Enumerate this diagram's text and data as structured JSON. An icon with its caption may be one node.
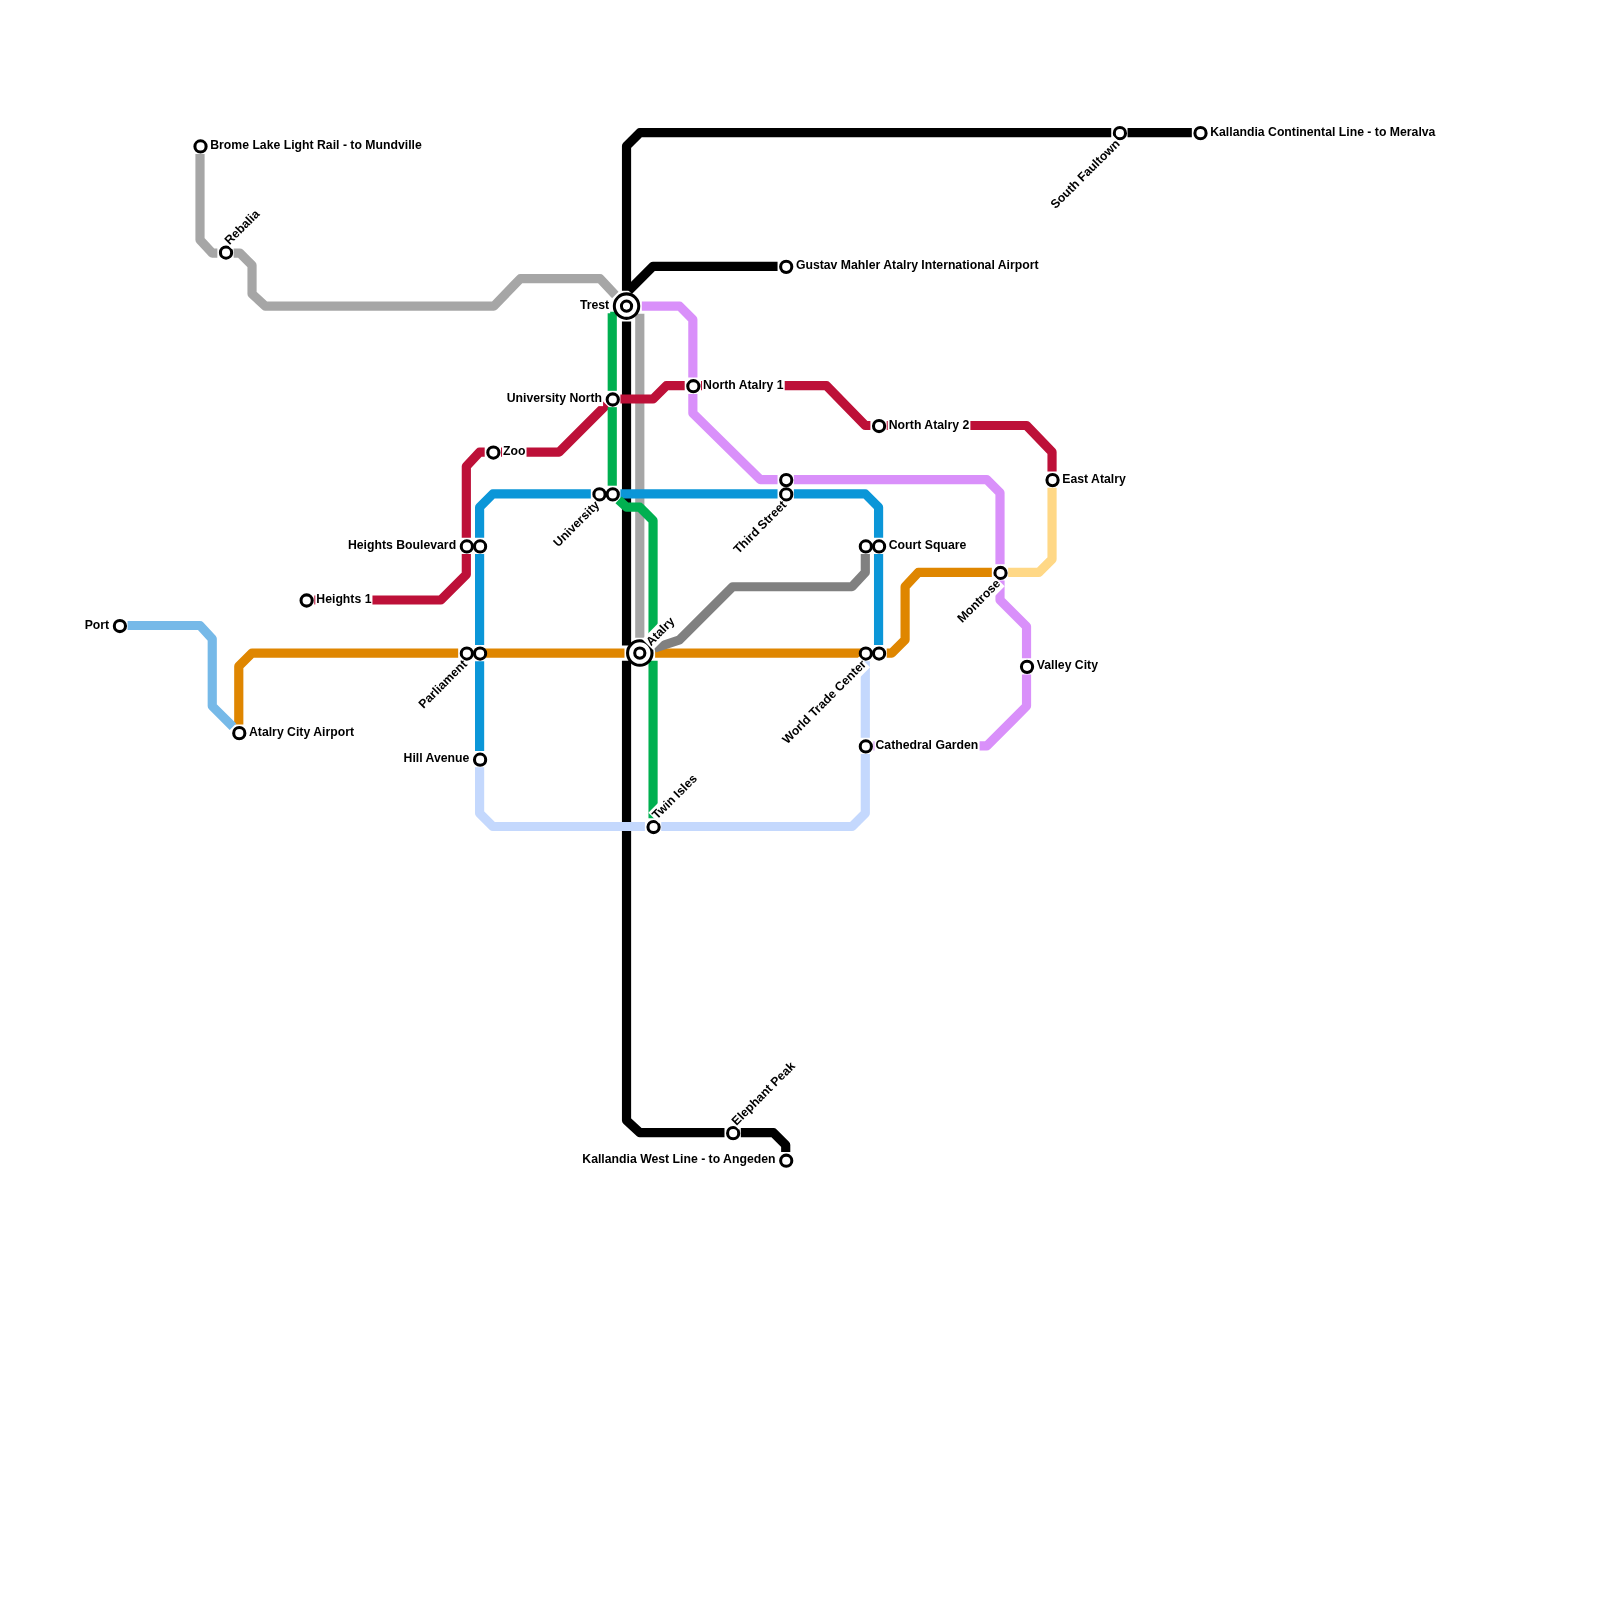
{
  "diagram": {
    "nodes": [
      {
        "text": [
          "Brome Lake Light Rail - to Mundville"
        ]
      },
      {
        "text": [
          "Rebalia"
        ]
      },
      {
        "text": [
          "Trest"
        ]
      },
      {
        "text": [
          "Gustav Mahler Atalry International Airport"
        ]
      },
      {
        "text": [
          "South Faultown"
        ]
      },
      {
        "text": [
          "Kallandia Continental Line - to Meralva"
        ]
      },
      {
        "text": [
          "University North"
        ]
      },
      {
        "text": [
          "North Atalry 1"
        ]
      },
      {
        "text": [
          "North Atalry 2"
        ]
      },
      {
        "text": [
          "Zoo"
        ]
      },
      {
        "text": [
          "East Atalry"
        ]
      },
      {
        "text": [],
        "shape": "circle"
      },
      {
        "text": [
          "Third Street"
        ]
      },
      {
        "text": [
          "University"
        ]
      },
      {
        "text": [],
        "shape": "circle"
      },
      {
        "text": [
          "Heights Boulevard"
        ]
      },
      {
        "text": [],
        "shape": "circle"
      },
      {
        "text": [],
        "shape": "circle"
      },
      {
        "text": [
          "Court Square"
        ]
      },
      {
        "text": [
          "Montrose"
        ]
      },
      {
        "text": [
          "Heights 1"
        ]
      },
      {
        "text": [
          "Port"
        ]
      },
      {
        "text": [
          "Parliament"
        ]
      },
      {
        "text": [],
        "shape": "circle"
      },
      {
        "text": [
          "Atalry"
        ]
      },
      {
        "text": [
          "World Trade Center"
        ]
      },
      {
        "text": [],
        "shape": "circle"
      },
      {
        "text": [
          "Valley City"
        ]
      },
      {
        "text": [
          "Atalry City Airport"
        ]
      },
      {
        "text": [
          "Cathedral Garden"
        ]
      },
      {
        "text": [
          "Hill Avenue"
        ]
      },
      {
        "text": [
          "Twin Isles"
        ]
      },
      {
        "text": [
          "Elephant Peak"
        ]
      },
      {
        "text": [
          "Kallandia West Line - to Angeden"
        ]
      }
    ],
    "edges": [
      {
        "from": 0,
        "to": 1,
        "arrow": "none",
        "color": "#a6a6a6"
      },
      {
        "from": 1,
        "to": 2,
        "arrow": "none",
        "color": "#a6a6a6"
      },
      {
        "from": 2,
        "to": 24,
        "arrow": "none",
        "color": "#a6a6a6"
      },
      {
        "from": 5,
        "to": 4,
        "arrow": "none",
        "color": "#000000"
      },
      {
        "from": 4,
        "to": 2,
        "arrow": "none",
        "color": "#000000"
      },
      {
        "from": 3,
        "to": 2,
        "arrow": "none",
        "color": "#000000"
      },
      {
        "from": 2,
        "to": 24,
        "arrow": "none",
        "color": "#000000"
      },
      {
        "from": 24,
        "to": 32,
        "arrow": "none",
        "color": "#000000"
      },
      {
        "from": 32,
        "to": 33,
        "arrow": "none",
        "color": "#000000"
      },
      {
        "from": 20,
        "to": 15,
        "arrow": "none",
        "color": "#bd1038"
      },
      {
        "from": 15,
        "to": 9,
        "arrow": "none",
        "color": "#bd1038"
      },
      {
        "from": 9,
        "to": 6,
        "arrow": "none",
        "color": "#bd1038"
      },
      {
        "from": 6,
        "to": 7,
        "arrow": "none",
        "color": "#bd1038"
      },
      {
        "from": 7,
        "to": 8,
        "arrow": "none",
        "color": "#bd1038"
      },
      {
        "from": 8,
        "to": 10,
        "arrow": "none",
        "color": "#bd1038"
      },
      {
        "from": 2,
        "to": 7,
        "arrow": "none",
        "color": "#d990fa"
      },
      {
        "from": 7,
        "to": 11,
        "arrow": "none",
        "color": "#d990fa"
      },
      {
        "from": 11,
        "to": 19,
        "arrow": "none",
        "color": "#d990fa"
      },
      {
        "from": 19,
        "to": 27,
        "arrow": "none",
        "color": "#d990fa"
      },
      {
        "from": 27,
        "to": 29,
        "arrow": "none",
        "color": "#d990fa"
      },
      {
        "from": 10,
        "to": 19,
        "arrow": "none",
        "color": "#ffd886"
      },
      {
        "from": 28,
        "to": 22,
        "arrow": "none",
        "color": "#df8600"
      },
      {
        "from": 22,
        "to": 24,
        "arrow": "none",
        "color": "#df8600"
      },
      {
        "from": 24,
        "to": 26,
        "arrow": "none",
        "color": "#df8600"
      },
      {
        "from": 26,
        "to": 19,
        "arrow": "none",
        "color": "#df8600"
      },
      {
        "from": 30,
        "to": 23,
        "arrow": "none",
        "color": "#0b96d8"
      },
      {
        "from": 23,
        "to": 16,
        "arrow": "none",
        "color": "#0b96d8"
      },
      {
        "from": 16,
        "to": 13,
        "arrow": "none",
        "color": "#0b96d8"
      },
      {
        "from": 14,
        "to": 12,
        "arrow": "none",
        "color": "#0b96d8"
      },
      {
        "from": 12,
        "to": 18,
        "arrow": "none",
        "color": "#0b96d8"
      },
      {
        "from": 18,
        "to": 26,
        "arrow": "none",
        "color": "#0b96d8"
      },
      {
        "from": 30,
        "to": 31,
        "arrow": "none",
        "color": "#c4d8fd"
      },
      {
        "from": 31,
        "to": 29,
        "arrow": "none",
        "color": "#c4d8fd"
      },
      {
        "from": 29,
        "to": 25,
        "arrow": "none",
        "color": "#c4d8fd"
      },
      {
        "from": 2,
        "to": 6,
        "arrow": "none",
        "color": "#00b050"
      },
      {
        "from": 6,
        "to": 14,
        "arrow": "none",
        "color": "#00b050"
      },
      {
        "from": 14,
        "to": 24,
        "arrow": "none",
        "color": "#00b050"
      },
      {
        "from": 24,
        "to": 31,
        "arrow": "none",
        "color": "#00b050"
      },
      {
        "from": 21,
        "to": 28,
        "arrow": "none",
        "color": "#76b9e8"
      },
      {
        "from": 17,
        "to": 24,
        "arrow": "none",
        "color": "#808080"
      }
    ]
  }
}
